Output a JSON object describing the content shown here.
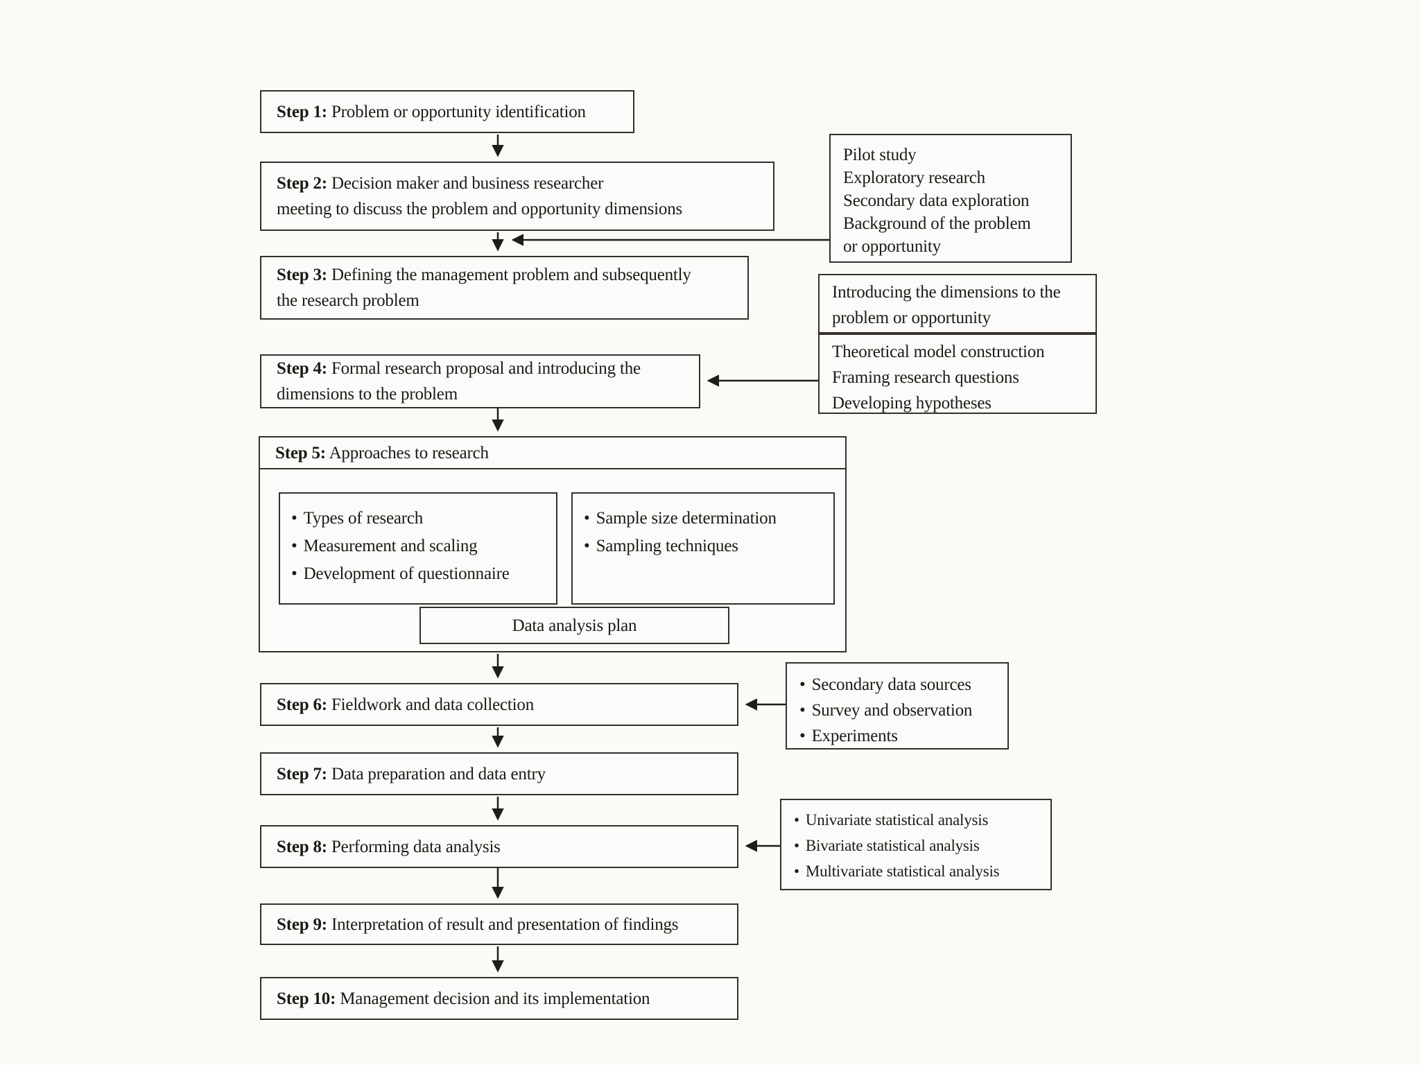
{
  "glyphs": {
    "bullet": "•"
  },
  "steps": [
    {
      "prefix": "Step 1:",
      "line1": "Problem or opportunity identification"
    },
    {
      "prefix": "Step 2:",
      "line1": "Decision maker and business researcher",
      "line2": "meeting to discuss the problem and opportunity dimensions"
    },
    {
      "prefix": "Step 3:",
      "line1": "Defining the management problem and subsequently",
      "line2": "the research problem"
    },
    {
      "prefix": "Step 4:",
      "line1": "Formal research proposal and introducing the",
      "line2": "dimensions to the problem"
    },
    {
      "prefix": "Step 5:",
      "line1": "Approaches to research"
    },
    {
      "prefix": "Step 6:",
      "line1": "Fieldwork and data collection"
    },
    {
      "prefix": "Step 7:",
      "line1": "Data preparation and data entry"
    },
    {
      "prefix": "Step 8:",
      "line1": "Performing data analysis"
    },
    {
      "prefix": "Step 9:",
      "line1": "Interpretation of result and presentation of findings"
    },
    {
      "prefix": "Step 10:",
      "line1": "Management decision and its implementation"
    }
  ],
  "step5": {
    "left_box": {
      "lines": [
        "Types of research",
        "Measurement and scaling",
        "Development of questionnaire"
      ]
    },
    "right_box": {
      "lines": [
        "Sample size determination",
        "Sampling techniques"
      ]
    },
    "plan_label": "Data analysis plan"
  },
  "side_boxes": {
    "pilot": {
      "lines": [
        "Pilot study",
        "Exploratory research",
        "Secondary data exploration",
        "Background of the problem",
        "or opportunity"
      ]
    },
    "introducing": {
      "lines": [
        "Introducing the dimensions to the",
        "problem or opportunity"
      ]
    },
    "theoretical": {
      "lines": [
        "Theoretical model construction",
        "Framing research questions",
        "Developing hypotheses"
      ]
    },
    "data_collection": {
      "lines": [
        "Secondary data sources",
        "Survey and observation",
        "Experiments"
      ]
    },
    "statistical": {
      "lines": [
        "Univariate statistical analysis",
        "Bivariate statistical analysis",
        "Multivariate statistical analysis"
      ]
    }
  },
  "colors": {
    "border": "#33302c",
    "text": "#1c1a17",
    "background": "#fbfaf7",
    "line": "#1f1d1a"
  }
}
